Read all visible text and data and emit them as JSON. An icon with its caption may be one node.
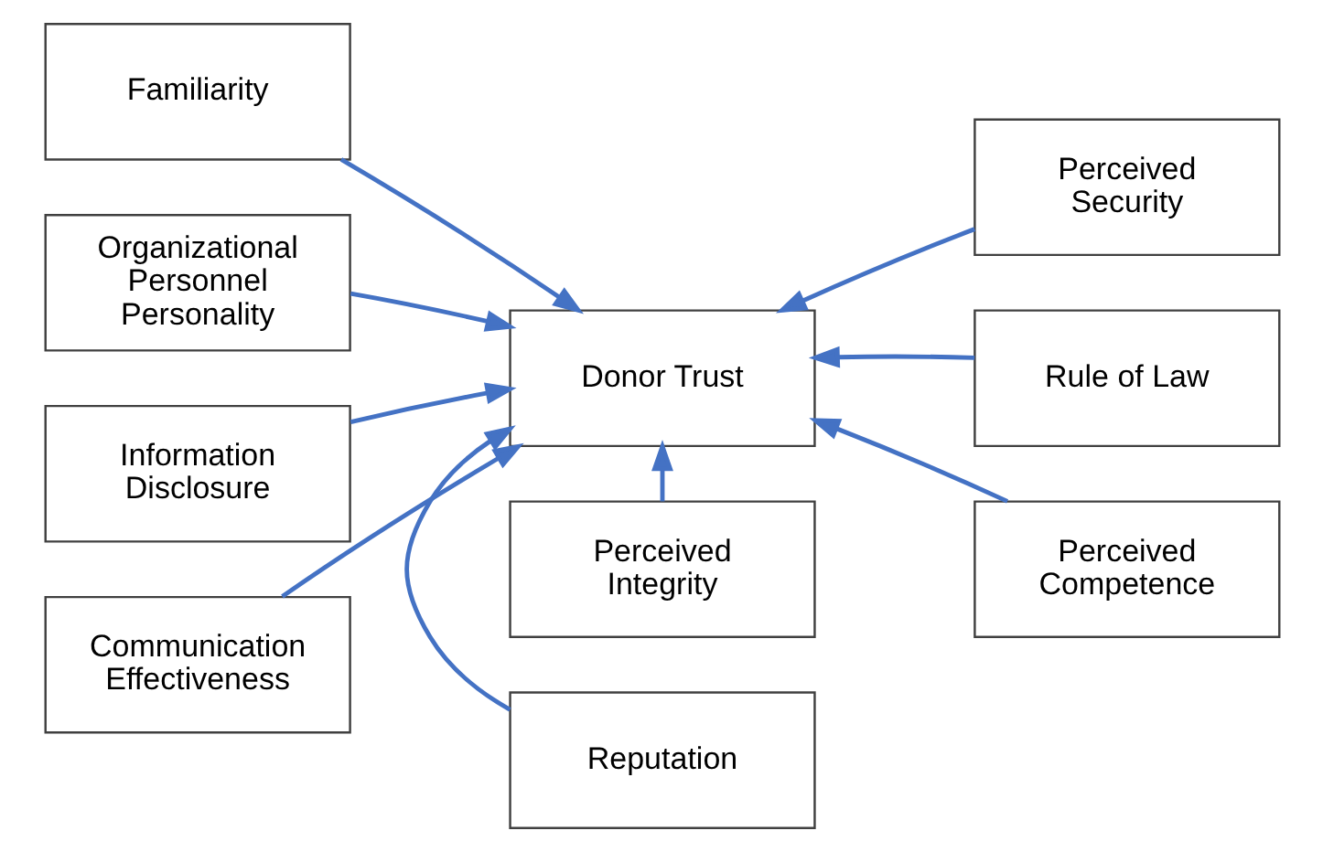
{
  "diagram": {
    "nodes": [
      {
        "text": [
          "Familiarity"
        ]
      },
      {
        "text": [
          "Perceived Integrity"
        ]
      },
      {
        "text": [
          "Perceived Security"
        ]
      },
      {
        "text": [
          "Organizational Personnel Personality"
        ]
      },
      {
        "text": [
          "Donor Trust"
        ]
      },
      {
        "text": [
          "Rule of Law"
        ]
      },
      {
        "text": [
          "Information Disclosure"
        ]
      },
      {
        "text": [
          "Perceived Competence"
        ]
      },
      {
        "text": [
          "Communication Effectiveness"
        ]
      },
      {
        "text": [
          "Reputation"
        ]
      }
    ],
    "edges": [
      {
        "from": 0,
        "to": 4,
        "arrow": "to"
      },
      {
        "from": 1,
        "to": 4,
        "arrow": "to"
      },
      {
        "from": 2,
        "to": 4,
        "arrow": "to"
      },
      {
        "from": 3,
        "to": 4,
        "arrow": "to"
      },
      {
        "from": 5,
        "to": 4,
        "arrow": "to"
      },
      {
        "from": 6,
        "to": 4,
        "arrow": "to"
      },
      {
        "from": 7,
        "to": 4,
        "arrow": "to"
      },
      {
        "from": 8,
        "to": 4,
        "arrow": "to"
      },
      {
        "from": 9,
        "to": 4,
        "arrow": "to"
      }
    ]
  }
}
